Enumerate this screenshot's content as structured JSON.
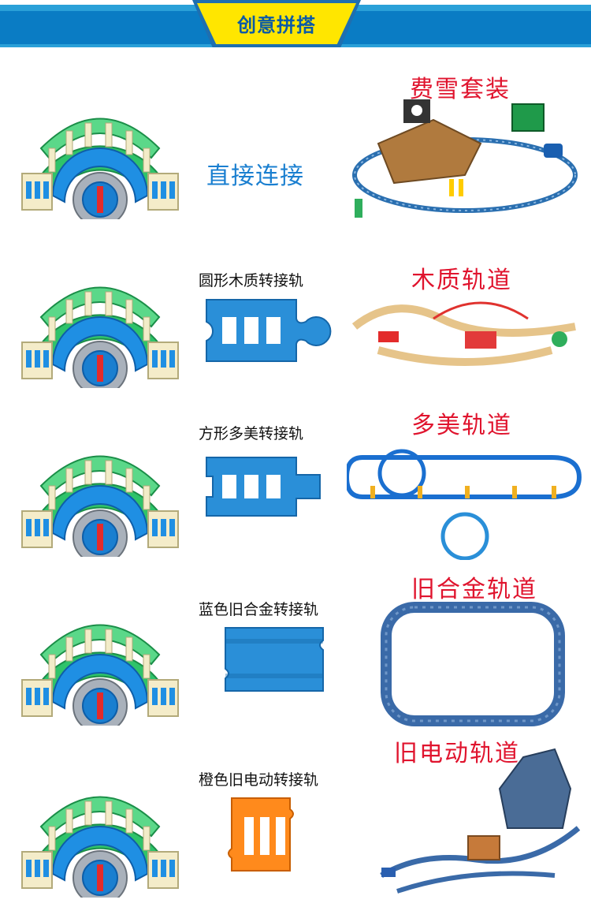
{
  "header": {
    "title": "创意拼搭"
  },
  "row1": {
    "connection_label": "直接连接",
    "set_title": "费雪套装"
  },
  "row2": {
    "adapter_label": "圆形木质转接轨",
    "set_title": "木质轨道"
  },
  "row3": {
    "adapter_label": "方形多美转接轨",
    "set_title": "多美轨道"
  },
  "row4": {
    "adapter_label": "蓝色旧合金转接轨",
    "set_title": "旧合金轨道"
  },
  "row5": {
    "adapter_label": "橙色旧电动转接轨",
    "set_title": "旧电动轨道"
  },
  "colors": {
    "banner_blue": "#0a7cc4",
    "banner_yellow": "#ffe600",
    "title_red": "#e0142e",
    "label_blue": "#1a7fd0",
    "adapter_blue": "#2a8fd8",
    "adapter_orange": "#ff8a1c"
  }
}
